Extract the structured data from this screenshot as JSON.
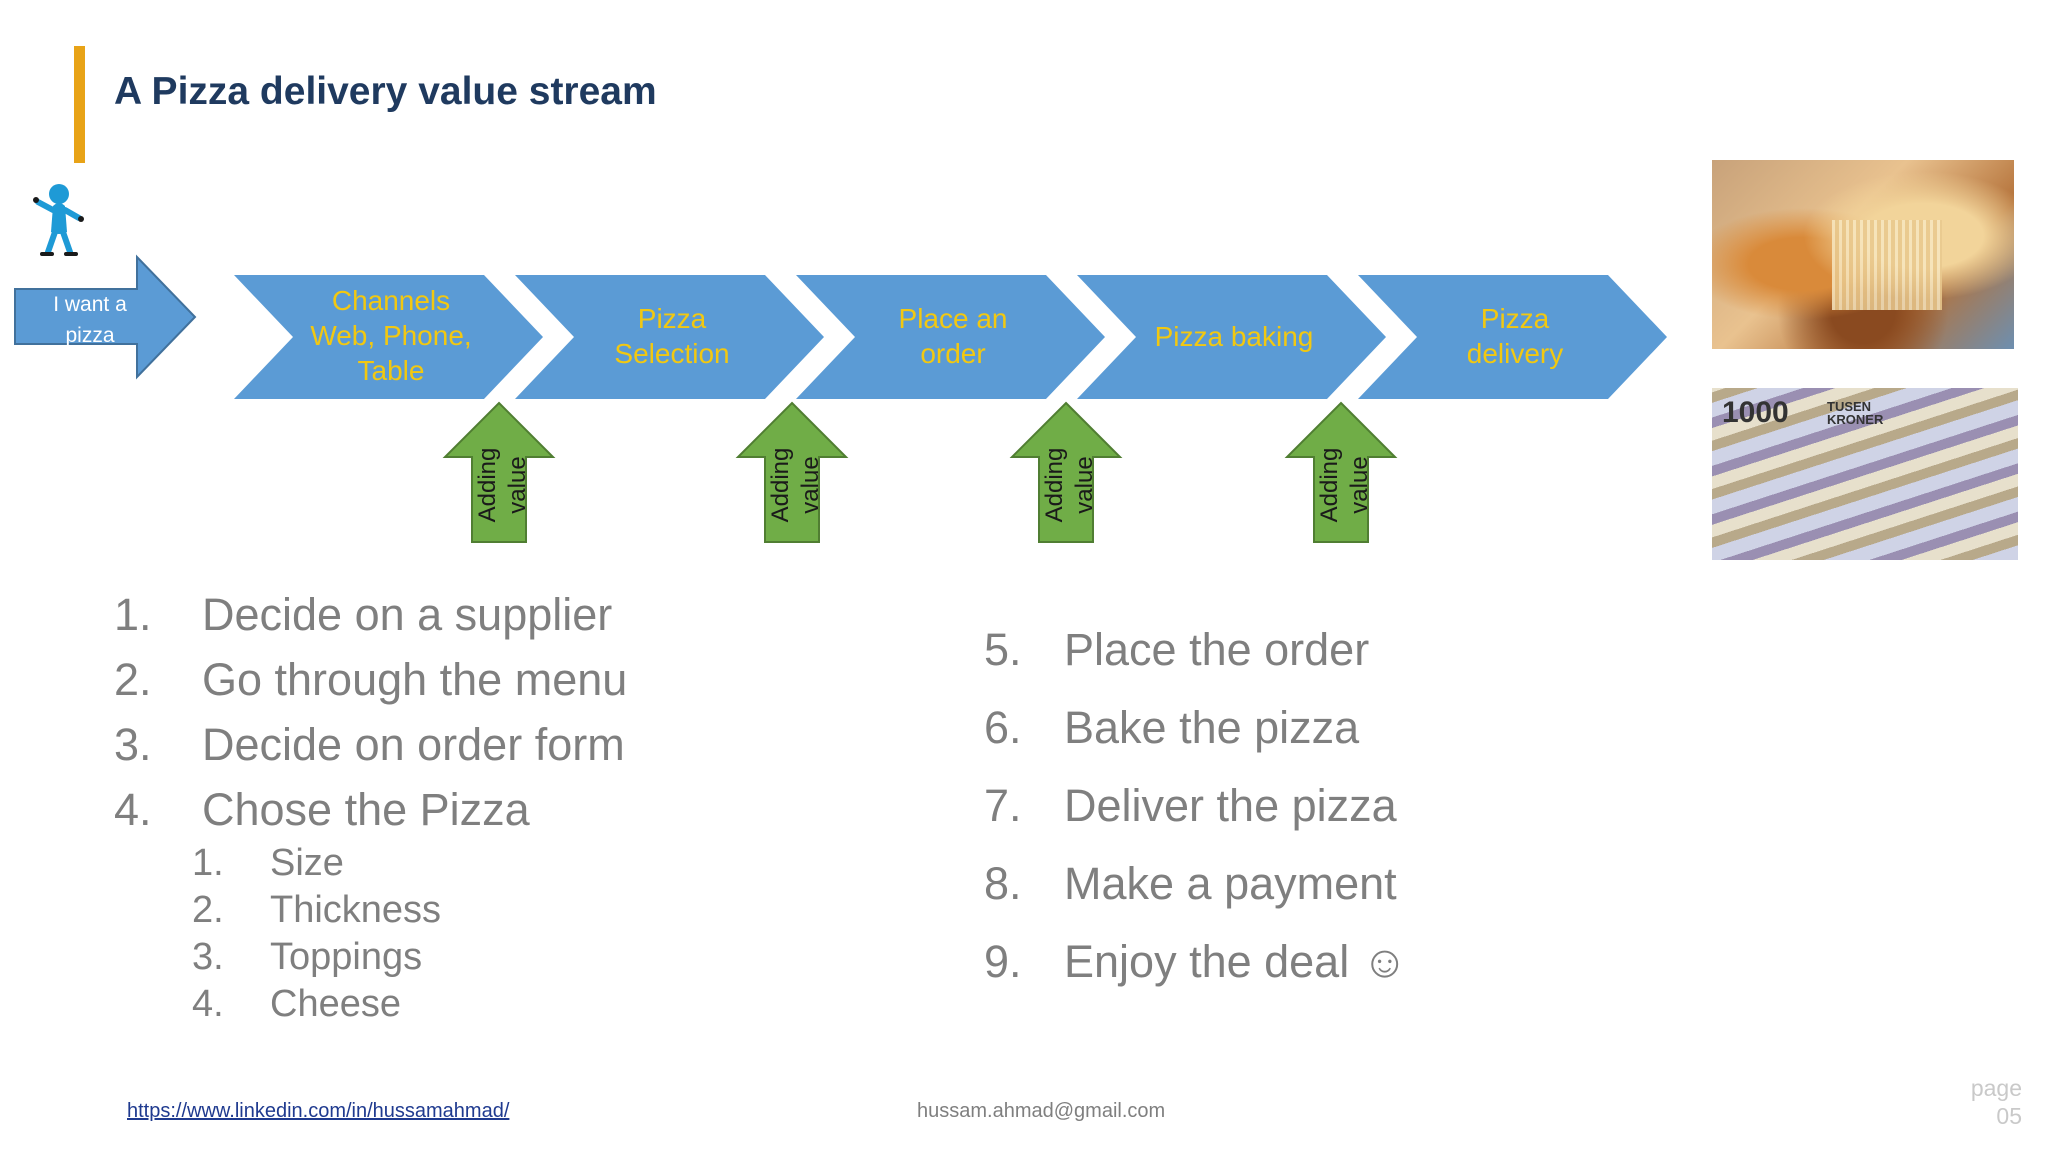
{
  "title": "A Pizza delivery value stream",
  "start_arrow": {
    "line1": "I want a",
    "line2": "pizza"
  },
  "stages": [
    {
      "lines": [
        "Channels",
        "Web, Phone,",
        "Table"
      ]
    },
    {
      "lines": [
        "Pizza",
        "Selection"
      ]
    },
    {
      "lines": [
        "Place an",
        "order"
      ]
    },
    {
      "lines": [
        "Pizza baking"
      ]
    },
    {
      "lines": [
        "Pizza",
        "delivery"
      ]
    }
  ],
  "value_arrows": [
    {
      "line1": "Adding",
      "line2": "value"
    },
    {
      "line1": "Adding",
      "line2": "value"
    },
    {
      "line1": "Adding",
      "line2": "value"
    },
    {
      "line1": "Adding",
      "line2": "value"
    }
  ],
  "steps_left": [
    {
      "num": "1.",
      "text": "Decide on a supplier"
    },
    {
      "num": "2.",
      "text": "Go through the menu"
    },
    {
      "num": "3.",
      "text": "Decide on order form"
    },
    {
      "num": "4.",
      "text": "Chose the Pizza"
    }
  ],
  "substeps": [
    {
      "num": "1.",
      "text": "Size"
    },
    {
      "num": "2.",
      "text": "Thickness"
    },
    {
      "num": "3.",
      "text": "Toppings"
    },
    {
      "num": "4.",
      "text": "Cheese"
    }
  ],
  "steps_right": [
    {
      "num": "5.",
      "text": "Place the order"
    },
    {
      "num": "6.",
      "text": "Bake the pizza"
    },
    {
      "num": "7.",
      "text": "Deliver the pizza"
    },
    {
      "num": "8.",
      "text": "Make a payment"
    },
    {
      "num": "9.",
      "text": "Enjoy the deal ☺"
    }
  ],
  "money": {
    "amount": "1000",
    "currency_line1": "TUSEN",
    "currency_line2": "KRONER"
  },
  "footer": {
    "link": "https://www.linkedin.com/in/hussamahmad/",
    "email": "hussam.ahmad@gmail.com",
    "page_word": "page",
    "page_number": "05"
  },
  "colors": {
    "chevron_fill": "#5b9bd5",
    "chevron_text": "#f2c811",
    "value_arrow_fill": "#70ad47",
    "value_arrow_stroke": "#507e32",
    "title": "#1f3a5f",
    "accent": "#e8a317",
    "list_text": "#7f7f7f"
  }
}
